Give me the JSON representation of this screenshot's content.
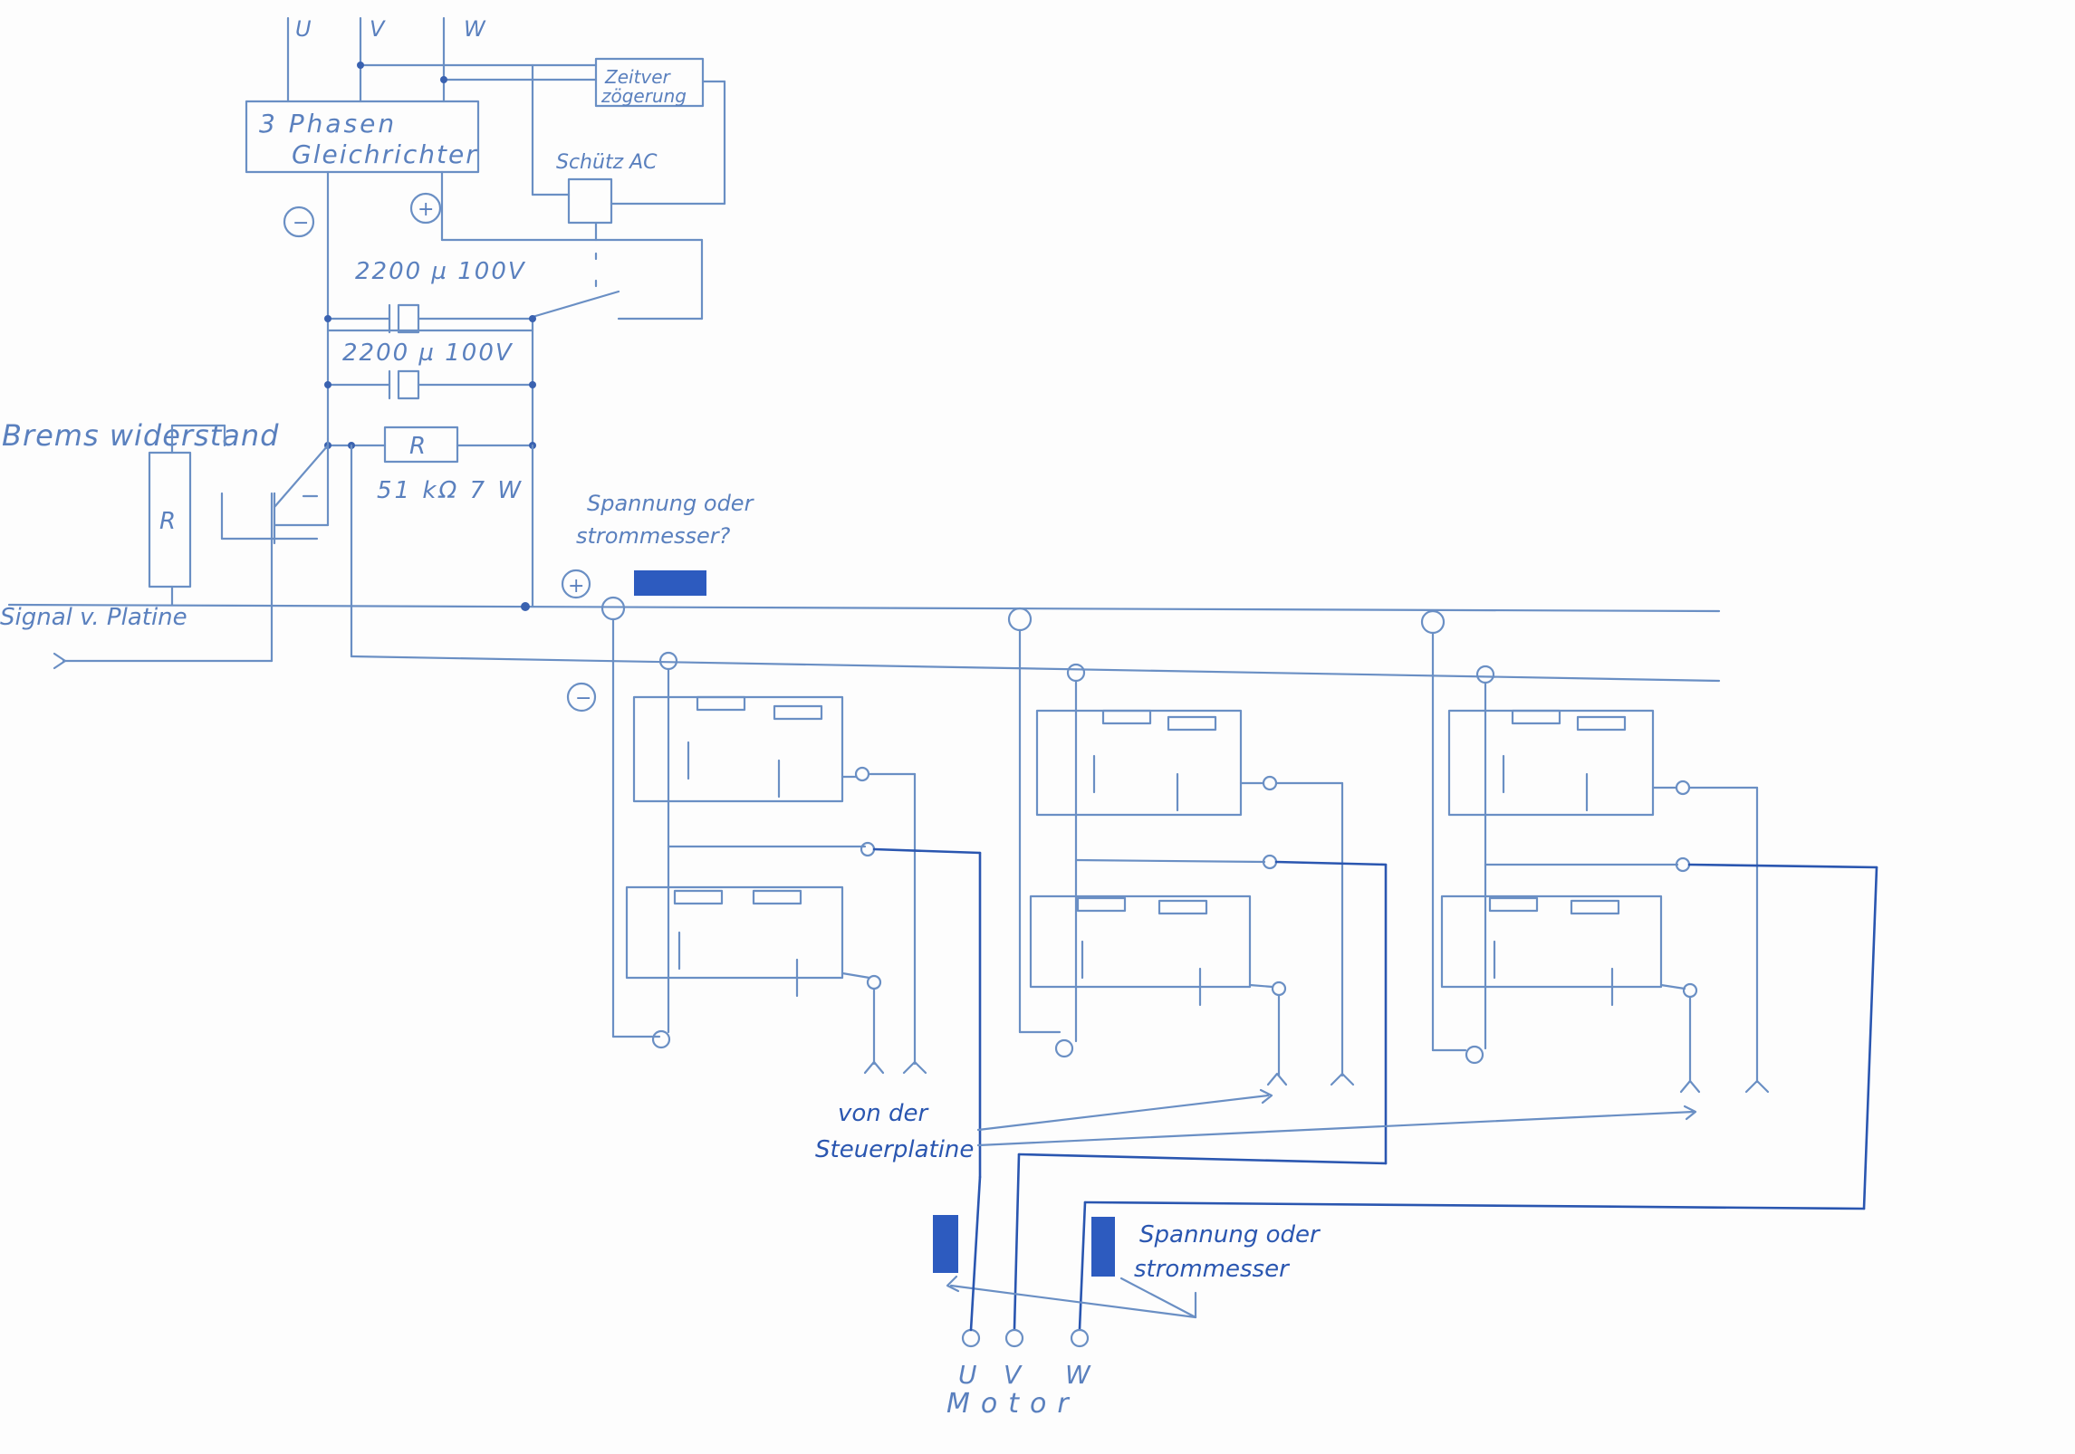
{
  "inputs": {
    "u": "U",
    "v": "V",
    "w": "W"
  },
  "blocks": {
    "rectifier_line1": "3 Phasen",
    "rectifier_line2": "Gleichrichter",
    "delay_line1": "Zeitver",
    "delay_line2": "zögerung",
    "contactor": "Schütz AC"
  },
  "polarity": {
    "minus": "−",
    "plus": "+"
  },
  "components": {
    "cap1": "2200 µ 100V",
    "cap2": "2200 µ 100V",
    "resistor_symbol": "R",
    "resistor_value": "51 kΩ 7 W",
    "brake_resistor_label": "Brems widerstand",
    "brake_resistor_symbol": "R"
  },
  "labels": {
    "signal": "Signal v. Platine",
    "meter_top_line1": "Spannung oder",
    "meter_top_line2": "strommesser?",
    "control_line1": "von der",
    "control_line2": "Steuerplatine",
    "meter_bottom_line1": "Spannung oder",
    "meter_bottom_line2": "strommesser",
    "motor": "Motor"
  },
  "outputs": {
    "u": "U",
    "v": "V",
    "w": "W"
  },
  "colors": {
    "pencil": "#6a8fc4",
    "ink": "#2a56b0"
  }
}
